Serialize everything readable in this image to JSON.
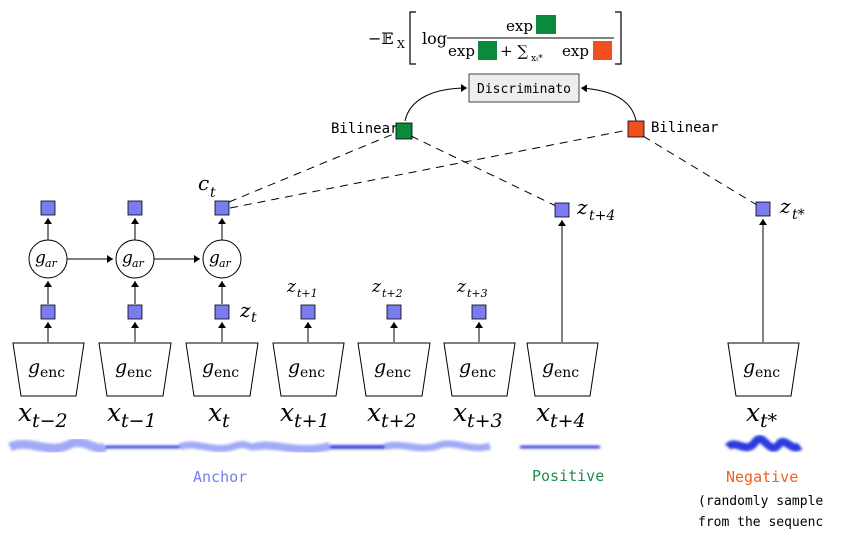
{
  "loss": {
    "prefix": "−𝔼",
    "prefix_sub": "X",
    "log": "log",
    "exp_top": "exp",
    "exp_bottom_1": "exp",
    "plus": "+ ∑",
    "sum_sub": "xₜ*",
    "exp_bottom_2": "exp"
  },
  "discriminator": {
    "label": "Discriminato"
  },
  "bilinear": {
    "left_label": "Bilinear",
    "right_label": "Bilinear"
  },
  "context": {
    "label_main": "c",
    "label_sub": "t"
  },
  "ar_nodes": [
    {
      "label_main": "g",
      "label_sub": "ar"
    },
    {
      "label_main": "g",
      "label_sub": "ar"
    },
    {
      "label_main": "g",
      "label_sub": "ar"
    }
  ],
  "z_label": {
    "main": "z",
    "sub": "t"
  },
  "future_z": [
    {
      "main": "z",
      "sub": "t+1"
    },
    {
      "main": "z",
      "sub": "t+2"
    },
    {
      "main": "z",
      "sub": "t+3"
    },
    {
      "main": "z",
      "sub": "t+4"
    }
  ],
  "negative_z": {
    "main": "z",
    "sub": "t*"
  },
  "encoders": [
    {
      "main": "g",
      "sub": "enc"
    },
    {
      "main": "g",
      "sub": "enc"
    },
    {
      "main": "g",
      "sub": "enc"
    },
    {
      "main": "g",
      "sub": "enc"
    },
    {
      "main": "g",
      "sub": "enc"
    },
    {
      "main": "g",
      "sub": "enc"
    },
    {
      "main": "g",
      "sub": "enc"
    },
    {
      "main": "g",
      "sub": "enc"
    }
  ],
  "inputs": [
    {
      "main": "x",
      "sub": "t−2"
    },
    {
      "main": "x",
      "sub": "t−1"
    },
    {
      "main": "x",
      "sub": "t"
    },
    {
      "main": "x",
      "sub": "t+1"
    },
    {
      "main": "x",
      "sub": "t+2"
    },
    {
      "main": "x",
      "sub": "t+3"
    },
    {
      "main": "x",
      "sub": "t+4"
    },
    {
      "main": "x",
      "sub": "t*"
    }
  ],
  "labels": {
    "anchor": "Anchor",
    "positive": "Positive",
    "negative": "Negative",
    "negative_note_1": "(randomly sample",
    "negative_note_2": "from the sequenc"
  },
  "colors": {
    "node_blue": "#7b7bf0",
    "positive_green": "#0c8a3c",
    "negative_orange": "#f0501e",
    "anchor_text": "#6f7ff0",
    "positive_text": "#1f8a4f",
    "negative_text": "#f06020",
    "wave_blue": "#2a3adf"
  }
}
